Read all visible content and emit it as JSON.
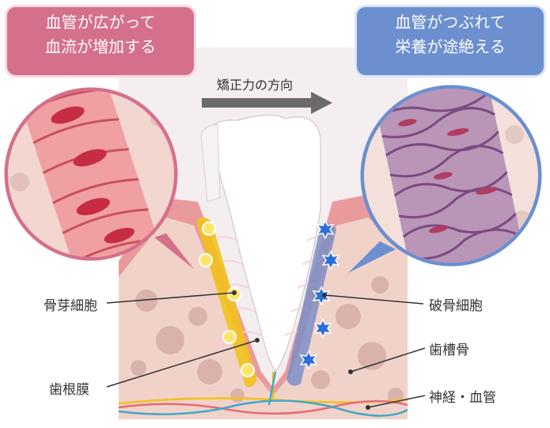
{
  "callouts": {
    "left": {
      "line1": "血管が広がって",
      "line2": "血流が増加する"
    },
    "right": {
      "line1": "血管がつぶれて",
      "line2": "栄養が途絶える"
    }
  },
  "direction_label": "矯正力の方向",
  "labels": {
    "osteoblast": "骨芽細胞",
    "pdl": "歯根膜",
    "osteoclast": "破骨細胞",
    "alveolar_bone": "歯槽骨",
    "nerve_vessel": "神経・血管"
  },
  "colors": {
    "left_box": "#d5708b",
    "right_box": "#6b8fcf",
    "bone": "#f1d2c8",
    "gum": "#e99a9d",
    "osteoblast_band": "#f2c21d",
    "osteoclast_band": "#7c8fc7"
  }
}
